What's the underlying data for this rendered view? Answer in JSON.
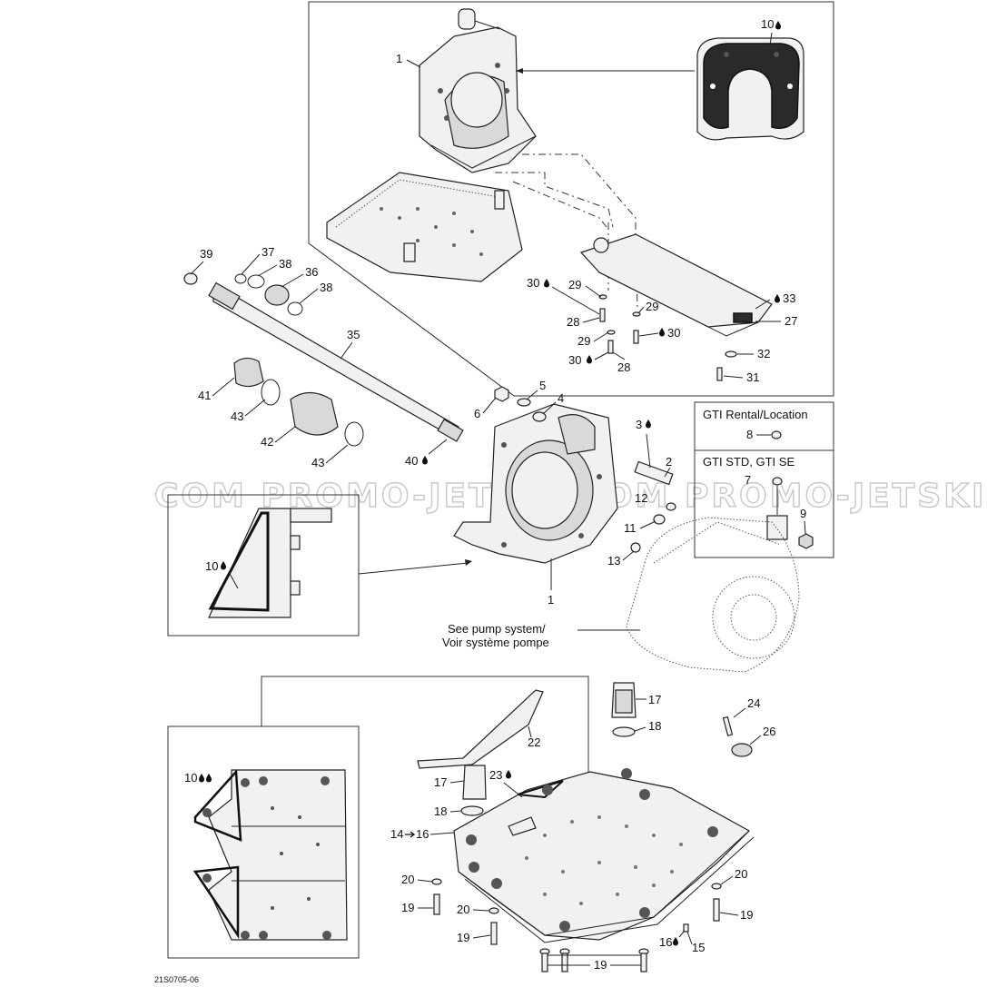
{
  "diagram": {
    "doc_ref": "21S0705-06",
    "watermark": "COM PROMO-JETSKI.COM PROMO-JETSKI",
    "variants": {
      "rental": "GTI Rental/Location",
      "std": "GTI STD, GTI SE"
    },
    "note": {
      "line1": "See pump system/",
      "line2": "Voir système pompe"
    },
    "callouts": {
      "c1a": "1",
      "c1b": "1",
      "c2": "2",
      "c3": "3",
      "c4": "4",
      "c5": "5",
      "c6": "6",
      "c7": "7",
      "c8": "8",
      "c9": "9",
      "c10a": "10",
      "c10b": "10",
      "c10c": "10",
      "c11": "11",
      "c12": "12",
      "c13": "13",
      "c14": "14",
      "c16a": "16",
      "c15": "15",
      "c16b": "16",
      "c17a": "17",
      "c17b": "17",
      "c18a": "18",
      "c18b": "18",
      "c19a": "19",
      "c19b": "19",
      "c19c": "19",
      "c19d": "19",
      "c20a": "20",
      "c20b": "20",
      "c20c": "20",
      "c22": "22",
      "c23": "23",
      "c24": "24",
      "c26": "26",
      "c27": "27",
      "c28a": "28",
      "c28b": "28",
      "c29a": "29",
      "c29b": "29",
      "c29c": "29",
      "c30a": "30",
      "c30b": "30",
      "c30c": "30",
      "c31": "31",
      "c32": "32",
      "c33": "33",
      "c35": "35",
      "c36": "36",
      "c37": "37",
      "c38a": "38",
      "c38b": "38",
      "c39": "39",
      "c40": "40",
      "c41": "41",
      "c42": "42",
      "c43a": "43",
      "c43b": "43"
    }
  }
}
